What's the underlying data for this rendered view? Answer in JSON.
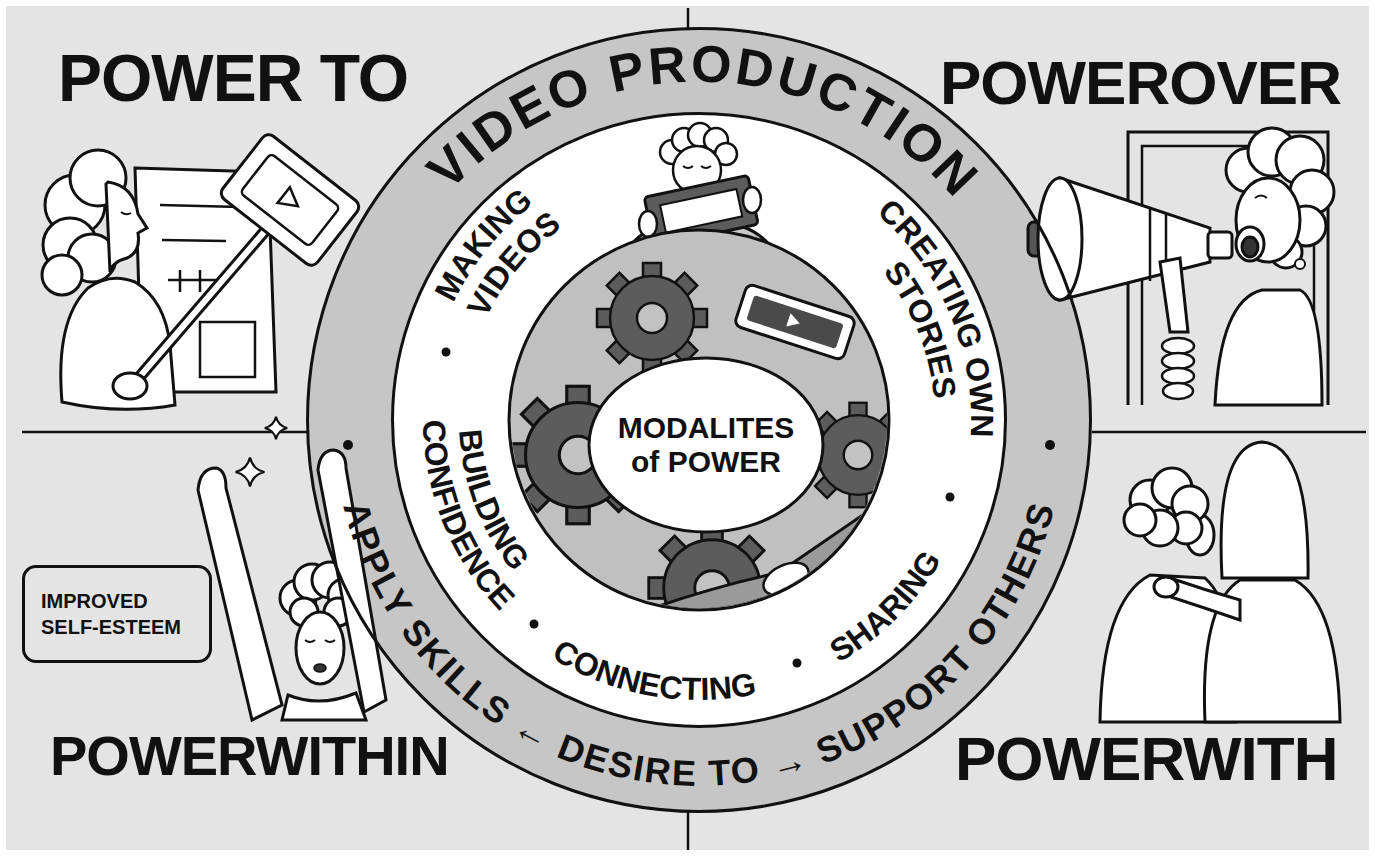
{
  "diagram": {
    "nodes": [
      {
        "text": [
          "VIDEO PRODUCTION",
          "APPLY SKILLS ← DESIRE TO → SUPPORT OTHERS"
        ]
      },
      {
        "text": [
          "MAKING VIDEOS",
          "CREATING OWN STORIES",
          "SHARING",
          "CONNECTING",
          "BUILDING CONFIDENCE"
        ],
        "in": 0
      },
      {
        "text": [
          "MODALITES of POWER"
        ],
        "in": 1
      },
      {
        "text": [
          "IMPROVED SELF-ESTEEM"
        ]
      }
    ],
    "labels": [
      "POWER TO",
      "POWEROVER",
      "POWERWITHIN",
      "POWERWITH"
    ]
  }
}
